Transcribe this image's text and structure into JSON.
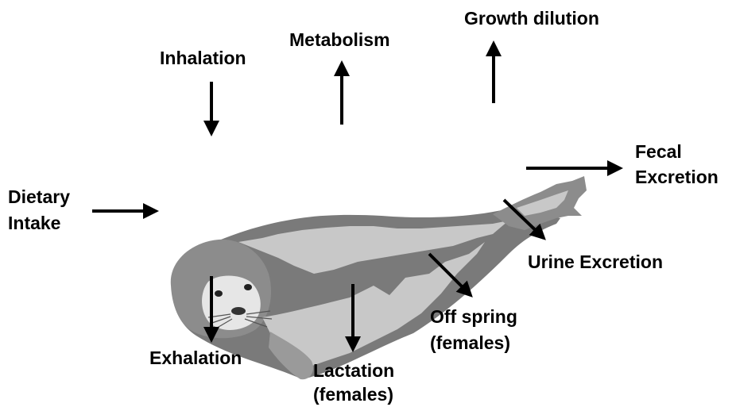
{
  "labels": {
    "inhalation": "Inhalation",
    "metabolism": "Metabolism",
    "growth_dilution": "Growth dilution",
    "fecal_line1": "Fecal",
    "fecal_line2": "Excretion",
    "dietary_line1": "Dietary",
    "dietary_line2": "Intake",
    "urine_excretion": "Urine Excretion",
    "offspring_line1": "Off spring",
    "offspring_line2": "(females)",
    "exhalation": "Exhalation",
    "lactation_line1": "Lactation",
    "lactation_line2": "(females)"
  },
  "illustration": {
    "subject": "seal",
    "colors": {
      "dark": "#7a7a7a",
      "light": "#c8c8c8",
      "pale": "#e6e6e6",
      "ink": "#000000"
    }
  }
}
